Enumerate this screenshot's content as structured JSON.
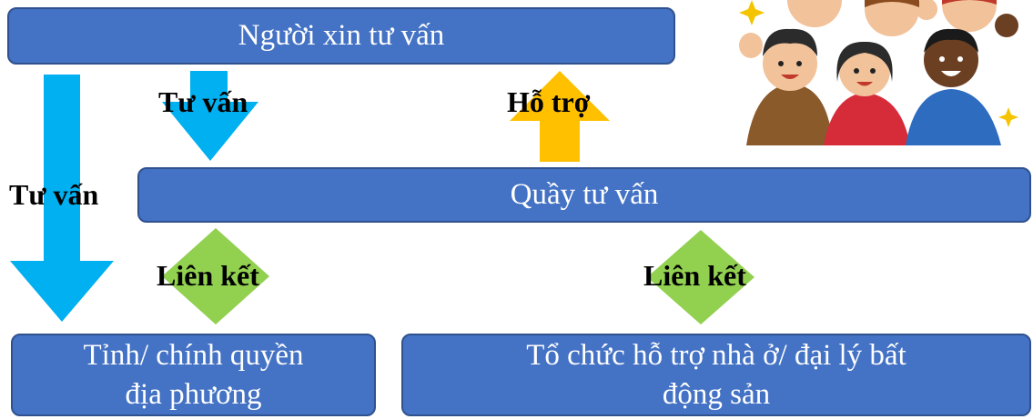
{
  "boxes": {
    "top": "Người xin tư vấn",
    "middle": "Quầy tư vấn",
    "bottom_left_line1": "Tỉnh/ chính quyền",
    "bottom_left_line2": "địa phương",
    "bottom_right_line1": "Tổ chức hỗ trợ nhà ở/ đại lý bất",
    "bottom_right_line2": "động sản"
  },
  "labels": {
    "consult_left": "Tư vấn",
    "consult_inner": "Tư vấn",
    "support": "Hỗ trợ",
    "link_left": "Liên kết",
    "link_right": "Liên kết"
  },
  "colors": {
    "box_fill": "#4472c4",
    "box_border": "#2f528f",
    "arrow_down": "#00b0f0",
    "arrow_up": "#ffc000",
    "link_diamond": "#92d050"
  },
  "illustration": {
    "icon": "cheering-crowd-icon"
  }
}
